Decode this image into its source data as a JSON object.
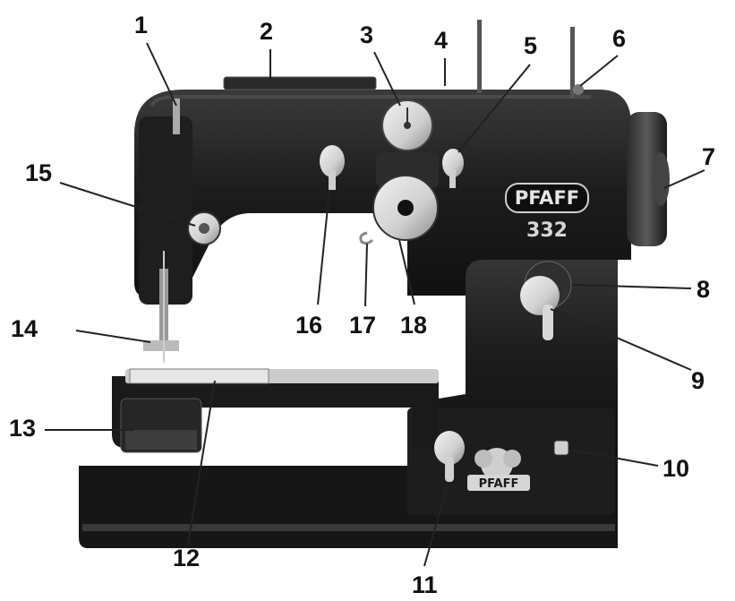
{
  "brand": {
    "name": "PFAFF",
    "model": "332"
  },
  "emblem_text": "PFAFF",
  "callouts": [
    "1",
    "2",
    "3",
    "4",
    "5",
    "6",
    "7",
    "8",
    "9",
    "10",
    "11",
    "12",
    "13",
    "14",
    "15",
    "16",
    "17",
    "18"
  ],
  "colors": {
    "machine_body": "#1c1c1c",
    "machine_highlight": "#3a3a3a",
    "chrome": "#d8d8d8",
    "label_text": "#111111",
    "leader_line": "#222222",
    "background": "#ffffff"
  }
}
